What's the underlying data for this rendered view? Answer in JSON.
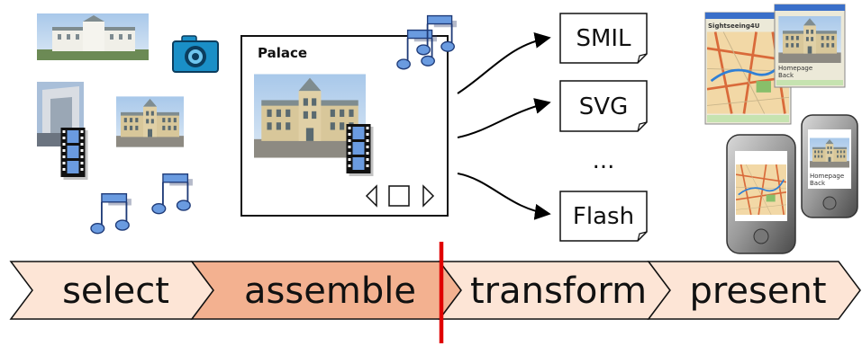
{
  "card": {
    "title": "Palace"
  },
  "formats": [
    "SMIL",
    "SVG",
    "...",
    "Flash"
  ],
  "stages": [
    {
      "label": "select",
      "fill": "#fde5d6"
    },
    {
      "label": "assemble",
      "fill": "#f3b190"
    },
    {
      "label": "transform",
      "fill": "#fde5d6"
    },
    {
      "label": "present",
      "fill": "#fde5d6"
    }
  ],
  "device_labels": {
    "app_title": "Sightseeing4U",
    "homepage": "Homepage",
    "back": "Back"
  },
  "colors": {
    "divider": "#e00000",
    "music_note": "#6a9be0",
    "camera": "#1a8fc7"
  },
  "icons": [
    "camera-icon",
    "film-strip-icon",
    "music-note-icon",
    "back-icon",
    "stop-icon",
    "play-icon"
  ]
}
